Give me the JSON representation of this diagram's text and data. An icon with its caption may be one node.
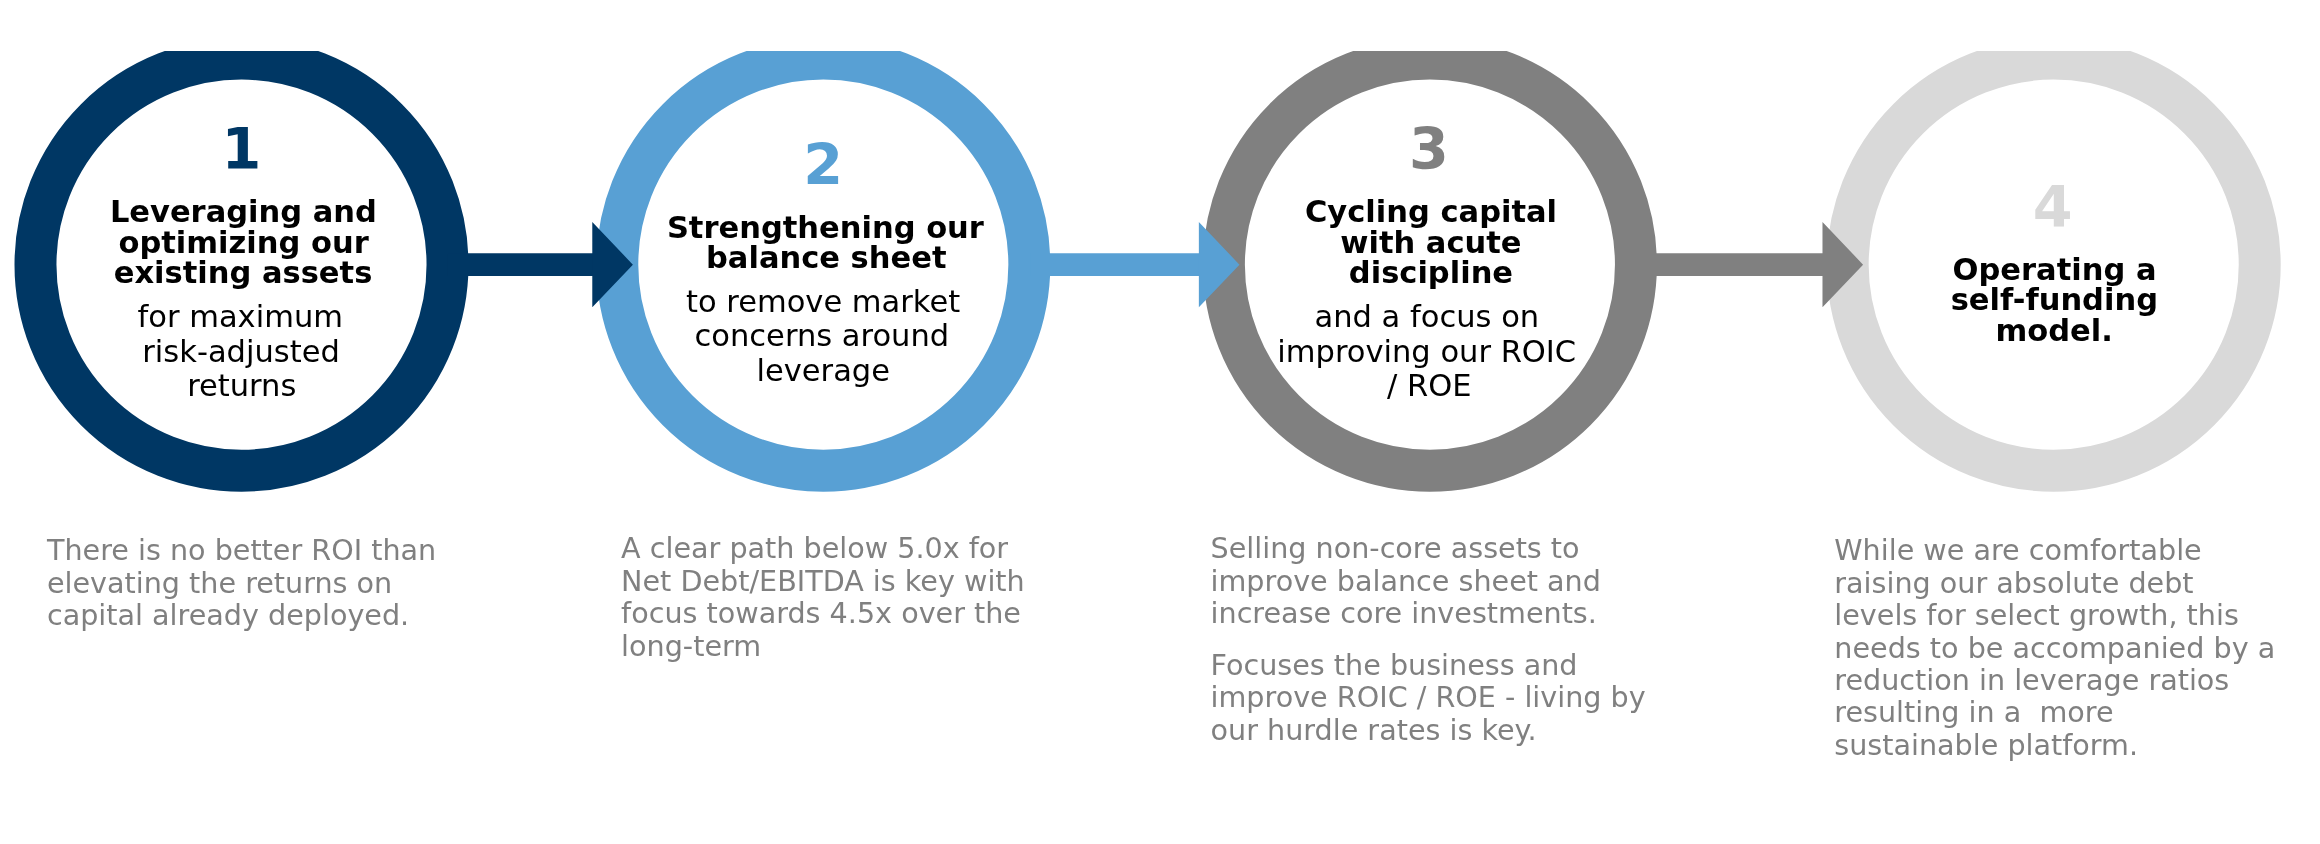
{
  "diagram": {
    "nodes": [
      {
        "text": [
          "1",
          "Leveraging and optimizing our existing assets",
          "for maximum risk-adjusted returns"
        ],
        "beside": [
          "There is no better ROI than elevating the returns on capital already deployed."
        ]
      },
      {
        "text": [
          "2",
          "Strengthening our balance sheet",
          "to remove market concerns around leverage"
        ],
        "beside": [
          "A clear path below 5.0x for Net Debt/EBITDA is key with focus towards 4.5x over the long-term"
        ]
      },
      {
        "text": [
          "3",
          "Cycling capital with acute discipline",
          "and a focus on improving our ROIC / ROE"
        ],
        "beside": [
          "Selling non-core assets to improve balance sheet and increase core investments.",
          "Focuses the business and improve ROIC / ROE - living by our hurdle rates is key."
        ]
      },
      {
        "text": [
          "4",
          "Operating a self-funding model."
        ],
        "beside": [
          "While we are comfortable raising our absolute debt levels for select growth, this needs to be accompanied by a reduction in leverage ratios resulting in a  more sustainable platform."
        ]
      }
    ],
    "edges": [
      {
        "from": 0,
        "to": 1,
        "arrow": "to",
        "color": "#003764"
      },
      {
        "from": 1,
        "to": 2,
        "arrow": "to",
        "color": "#58a0d4"
      },
      {
        "from": 2,
        "to": 3,
        "arrow": "to",
        "color": "#808080"
      }
    ]
  }
}
